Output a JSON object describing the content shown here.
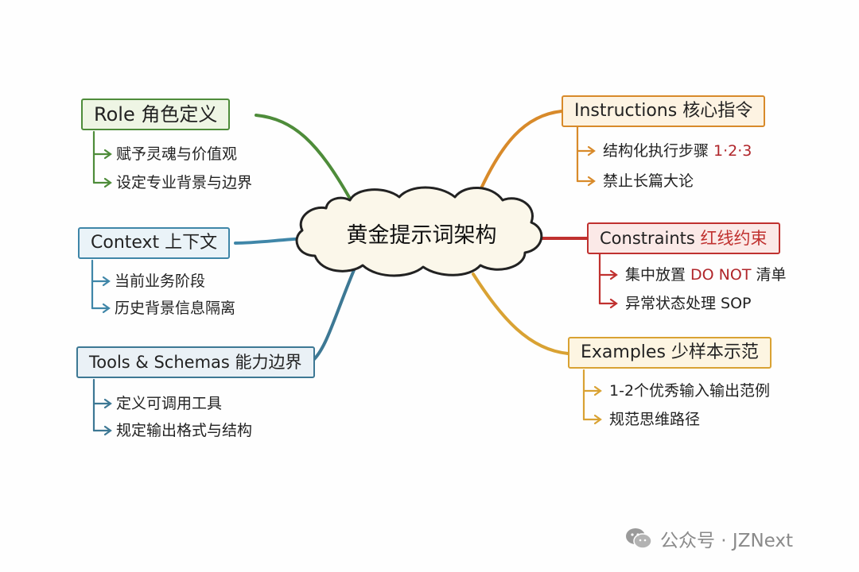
{
  "center": {
    "title": "黄金提示词架构"
  },
  "branches": {
    "role": {
      "label": "Role  角色定义",
      "color": "#4e8c3a",
      "items": [
        "赋予灵魂与价值观",
        "设定专业背景与边界"
      ]
    },
    "context": {
      "label": "Context 上下文",
      "color": "#3f86a8",
      "items": [
        "当前业务阶段",
        "历史背景信息隔离"
      ]
    },
    "tools": {
      "label": "Tools & Schemas 能力边界",
      "color": "#3d7894",
      "items": [
        "定义可调用工具",
        "规定输出格式与结构"
      ]
    },
    "instructions": {
      "label": "Instructions 核心指令",
      "color": "#d88a2a",
      "items": [
        {
          "text": "结构化执行步骤 ",
          "highlight": "1·2·3"
        },
        {
          "text": "禁止长篇大论"
        }
      ]
    },
    "constraints": {
      "label_prefix": "Constraints ",
      "label_highlight": "红线约束",
      "color": "#c0312f",
      "items": [
        {
          "text": "集中放置 ",
          "highlight": "DO NOT",
          "suffix": " 清单"
        },
        {
          "text": "异常状态处理 SOP"
        }
      ]
    },
    "examples": {
      "label": "Examples  少样本示范",
      "color": "#d9a233",
      "items": [
        "1-2个优秀输入输出范例",
        "规范思维路径"
      ]
    }
  },
  "watermark": {
    "text": "公众号 · JZNext",
    "icon": "wechat-icon"
  }
}
